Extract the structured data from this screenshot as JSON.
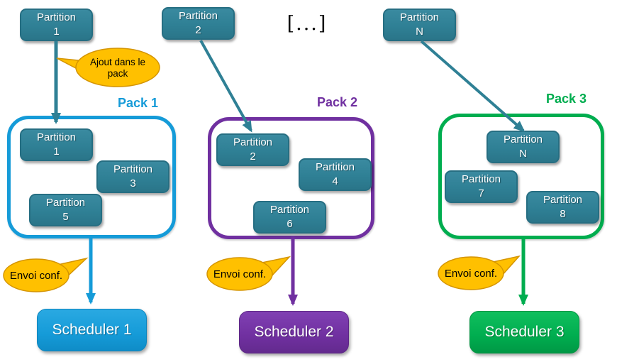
{
  "colors": {
    "teal": "#2F8095",
    "blue": "#159BD8",
    "purple": "#7030A0",
    "green": "#00AD4F",
    "callout_orange": "#FFC000"
  },
  "top_partitions": [
    {
      "word": "Partition",
      "id": "1"
    },
    {
      "word": "Partition",
      "id": "2"
    },
    {
      "word": "Partition",
      "id": "N"
    }
  ],
  "ellipsis": "[...]",
  "callout_ajout": "Ajout dans le pack",
  "callout_envoi": [
    "Envoi conf.",
    "Envoi conf.",
    "Envoi conf."
  ],
  "packs": [
    {
      "label": "Pack 1",
      "items": [
        {
          "word": "Partition",
          "id": "1"
        },
        {
          "word": "Partition",
          "id": "3"
        },
        {
          "word": "Partition",
          "id": "5"
        }
      ]
    },
    {
      "label": "Pack 2",
      "items": [
        {
          "word": "Partition",
          "id": "2"
        },
        {
          "word": "Partition",
          "id": "4"
        },
        {
          "word": "Partition",
          "id": "6"
        }
      ]
    },
    {
      "label": "Pack 3",
      "items": [
        {
          "word": "Partition",
          "id": "N"
        },
        {
          "word": "Partition",
          "id": "7"
        },
        {
          "word": "Partition",
          "id": "8"
        }
      ]
    }
  ],
  "schedulers": [
    "Scheduler 1",
    "Scheduler 2",
    "Scheduler 3"
  ]
}
